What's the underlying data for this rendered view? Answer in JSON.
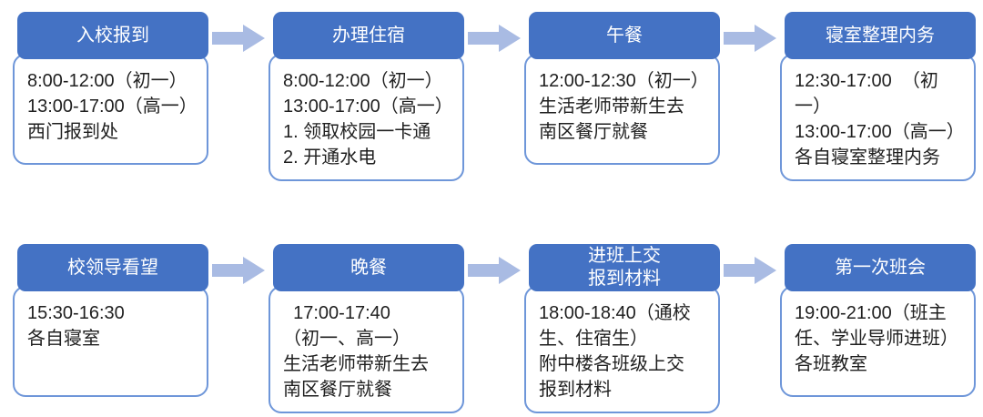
{
  "colors": {
    "header_fill": "#4472C4",
    "header_text": "#FFFFFF",
    "body_border": "#6E96D9",
    "arrow_fill": "#A9BBE3",
    "background": "#FFFFFF"
  },
  "flow": {
    "rows": [
      {
        "steps": [
          {
            "title": "入校报到",
            "body": "8:00-12:00（初一）\n13:00-17:00（高一）\n西门报到处"
          },
          {
            "title": "办理住宿",
            "body": "8:00-12:00（初一）\n13:00-17:00（高一）\n1. 领取校园一卡通\n2. 开通水电"
          },
          {
            "title": "午餐",
            "body": "12:00-12:30（初一）\n生活老师带新生去\n南区餐厅就餐"
          },
          {
            "title": "寝室整理内务",
            "body": "12:30-17:00  （初一）\n13:00-17:00（高一）\n各自寝室整理内务"
          }
        ]
      },
      {
        "steps": [
          {
            "title": "校领导看望",
            "body": "15:30-16:30\n各自寝室"
          },
          {
            "title": "晚餐",
            "body": "  17:00-17:40\n（初一、高一）\n生活老师带新生去\n南区餐厅就餐"
          },
          {
            "title": "进班上交\n报到材料",
            "body": "18:00-18:40（通校\n生、住宿生）\n附中楼各班级上交\n报到材料"
          },
          {
            "title": "第一次班会",
            "body": "19:00-21:00（班主\n任、学业导师进班）\n各班教室"
          }
        ]
      }
    ]
  }
}
